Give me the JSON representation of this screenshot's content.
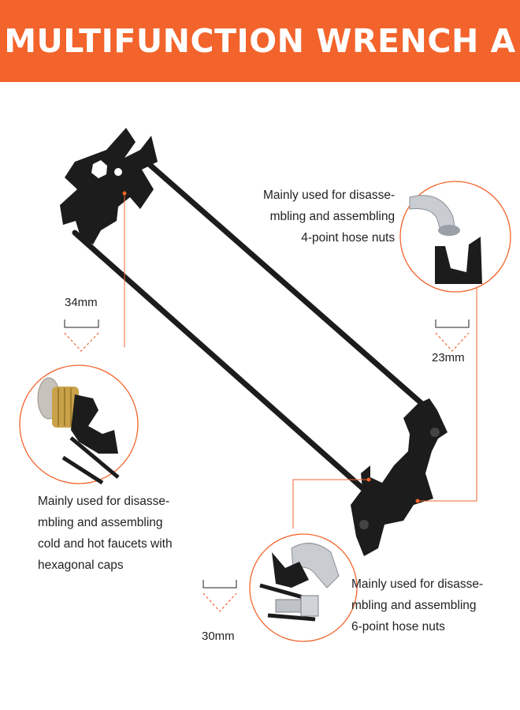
{
  "title": "MULTIFUNCTION WRENCH A",
  "colors": {
    "accent": "#f2642c",
    "tool": "#1c1c1c",
    "text": "#222222"
  },
  "callouts": [
    {
      "lines": [
        "Mainly used for disasse-",
        "mbling and assembling",
        "4-point hose nuts"
      ]
    },
    {
      "lines": [
        "Mainly used for disasse-",
        "mbling and assembling",
        "cold and hot faucets with",
        "hexagonal caps"
      ]
    },
    {
      "lines": [
        "Mainly used for disasse-",
        "mbling and assembling",
        "6-point hose nuts"
      ]
    }
  ],
  "dimensions": {
    "left": "34mm",
    "right": "23mm",
    "bottom": "30mm"
  },
  "icons": [
    "wrench-image",
    "faucet-spout-image",
    "brass-fitting-image",
    "hose-nut-image"
  ]
}
